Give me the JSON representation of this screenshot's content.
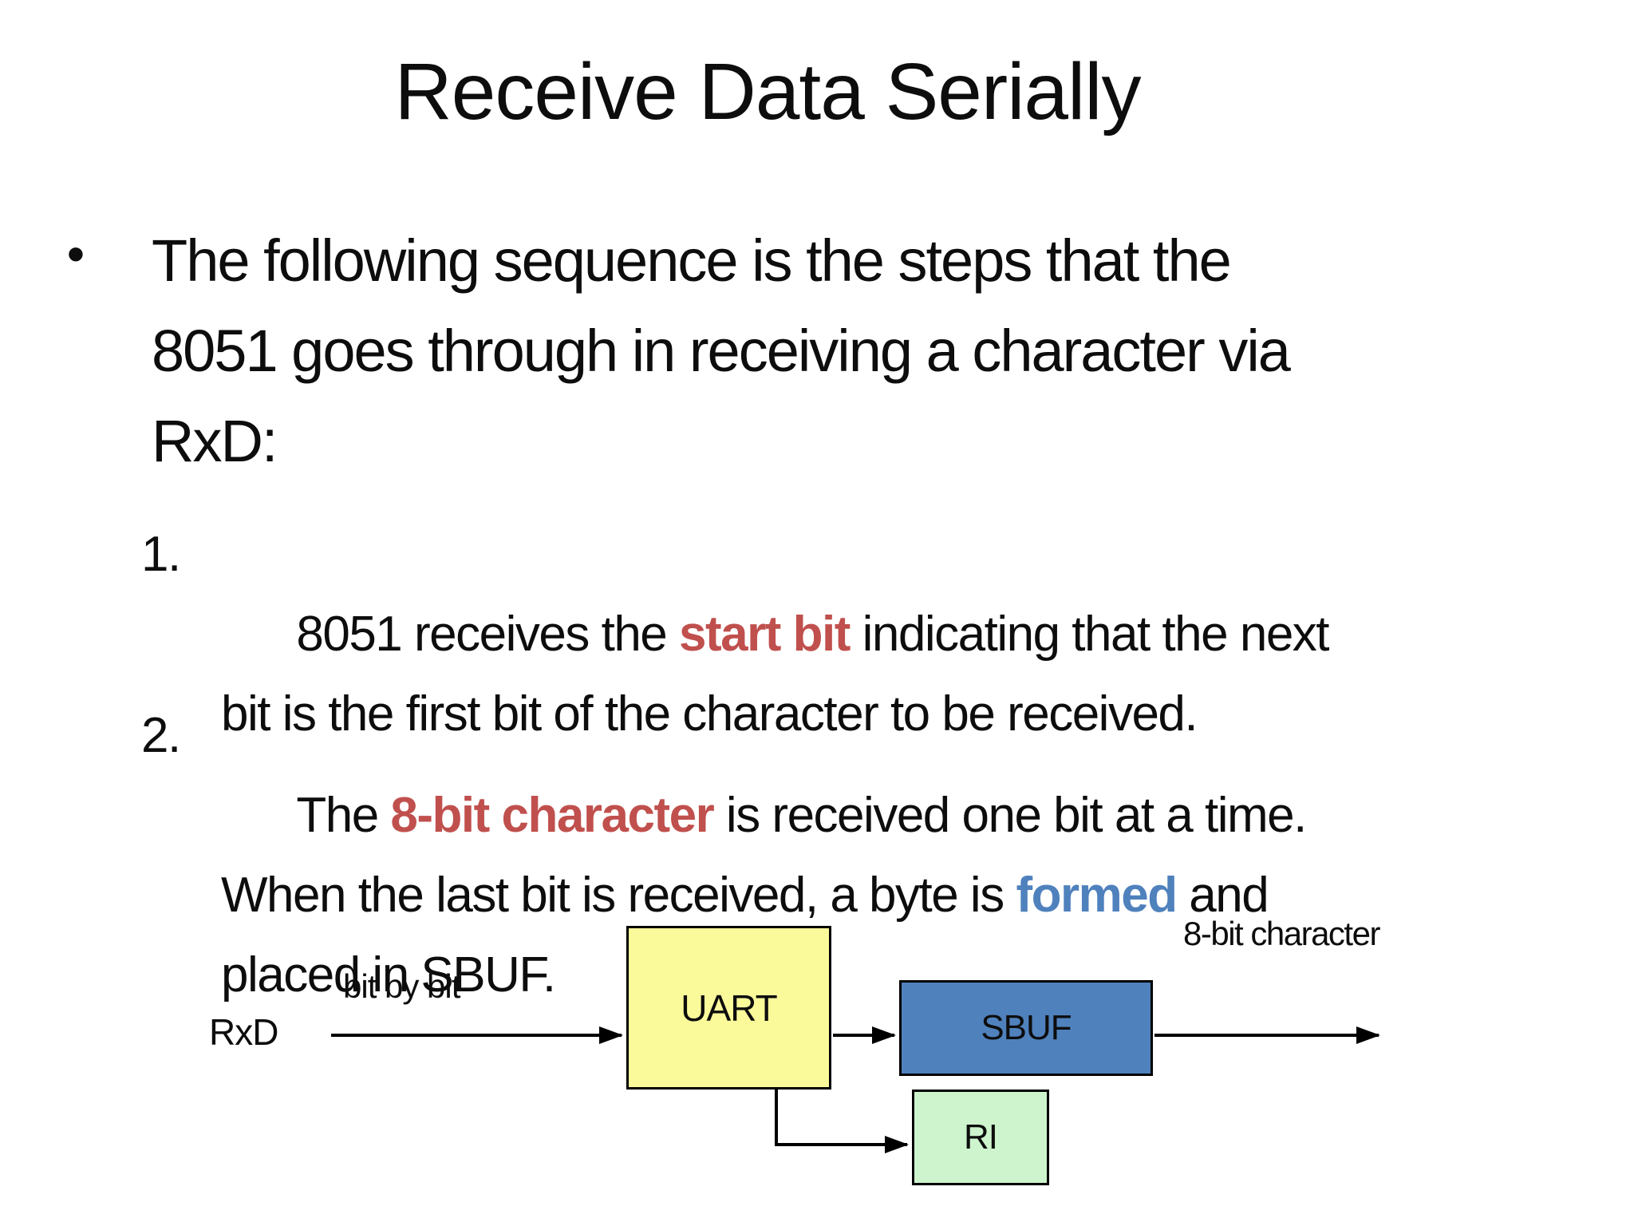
{
  "slide": {
    "title": "Receive Data Serially",
    "bullet": {
      "marker": "•",
      "text": "The following sequence is the steps that the\n8051 goes through in receiving a character via\nRxD:"
    },
    "items": [
      {
        "number": "1.",
        "segments": [
          {
            "text": "8051 receives the "
          },
          {
            "text": "start bit",
            "style": "red"
          },
          {
            "text": " indicating that the next\nbit is the first bit of the character to be received."
          }
        ]
      },
      {
        "number": "2.",
        "segments": [
          {
            "text": "The "
          },
          {
            "text": "8-bit character",
            "style": "red"
          },
          {
            "text": " is received one bit at a time.\nWhen the last bit is received, a byte is "
          },
          {
            "text": "formed",
            "style": "blue"
          },
          {
            "text": " and\nplaced in SBUF."
          }
        ]
      }
    ]
  },
  "diagram": {
    "rxd_label": "RxD",
    "bit_by_bit_label": "bit by bit",
    "eight_bit_label": "8-bit character",
    "boxes": {
      "uart": {
        "label": "UART",
        "fill": "#FAFA9B"
      },
      "sbuf": {
        "label": "SBUF",
        "fill": "#4F81BD"
      },
      "ri": {
        "label": "RI",
        "fill": "#CDF4CD"
      }
    }
  },
  "colors": {
    "background": "#FFFFFF",
    "text": "#0D0D0D",
    "highlight_red": "#C0504D",
    "highlight_blue": "#4F81BD",
    "line": "#000000"
  }
}
